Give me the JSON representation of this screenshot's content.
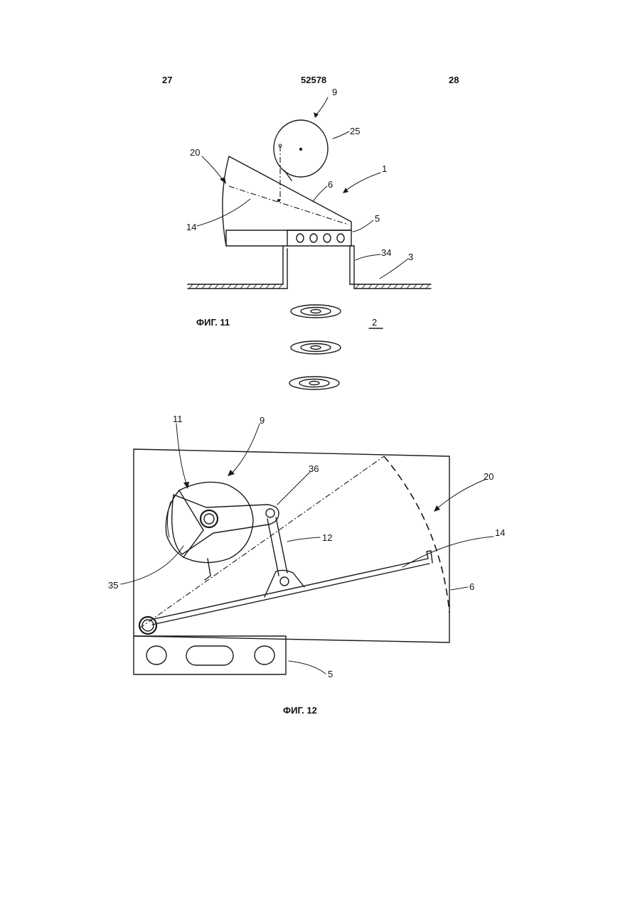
{
  "header": {
    "left_page": "27",
    "doc_number": "52578",
    "right_page": "28"
  },
  "fig11": {
    "caption": "ФИГ. 11",
    "labels": {
      "l9": "9",
      "l25": "25",
      "l20": "20",
      "l1": "1",
      "l6": "6",
      "l14": "14",
      "l5": "5",
      "l34": "34",
      "l3": "3",
      "l2": "2"
    }
  },
  "fig12": {
    "caption": "ФИГ. 12",
    "labels": {
      "l11": "11",
      "l9": "9",
      "l36": "36",
      "l20": "20",
      "l12": "12",
      "l14": "14",
      "l35": "35",
      "l6": "6",
      "l5": "5"
    }
  }
}
